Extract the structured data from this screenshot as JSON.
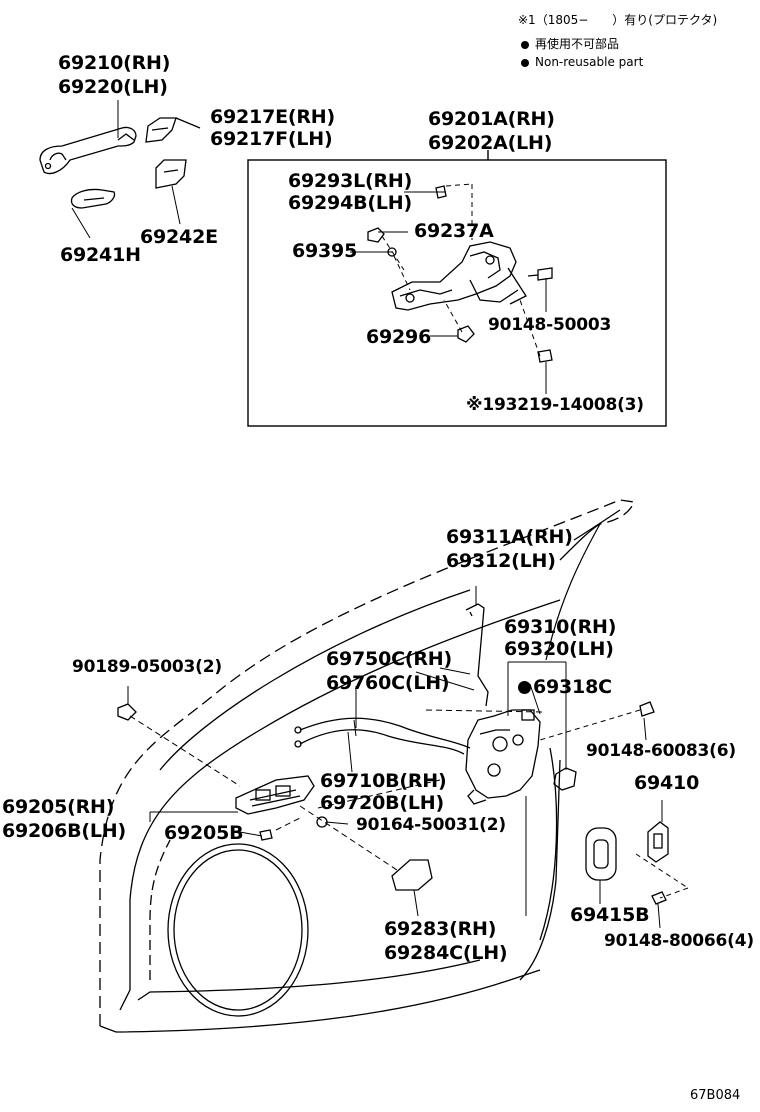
{
  "notes": {
    "line1": "※1（1805−　　）有り(プロテクタ)",
    "line2": "再使用不可部品",
    "line3": "Non-reusable part"
  },
  "labels": {
    "p69210": "69210(RH)",
    "p69220": "69220(LH)",
    "p69217E": "69217E(RH)",
    "p69217F": "69217F(LH)",
    "p69241H": "69241H",
    "p69242E": "69242E",
    "p69201A": "69201A(RH)",
    "p69202A": "69202A(LH)",
    "p69293L": "69293L(RH)",
    "p69294B": "69294B(LH)",
    "p69237A": "69237A",
    "p69395": "69395",
    "p69296": "69296",
    "p9014850003": "90148-50003",
    "p9321914008": "※193219-14008(3)",
    "p69311A": "69311A(RH)",
    "p69312": "69312(LH)",
    "p69310": "69310(RH)",
    "p69320": "69320(LH)",
    "p69318C": "69318C",
    "p9018905003": "90189-05003(2)",
    "p69750C": "69750C(RH)",
    "p69760C": "69760C(LH)",
    "p9014860083": "90148-60083(6)",
    "p69410": "69410",
    "p69710B": "69710B(RH)",
    "p69720B": "69720B(LH)",
    "p69205RH": "69205(RH)",
    "p69206B": "69206B(LH)",
    "p69205B": "69205B",
    "p9016450031": "90164-50031(2)",
    "p69415B": "69415B",
    "p9014880066": "90148-80066(4)",
    "p69283": "69283(RH)",
    "p69284C": "69284C(LH)"
  },
  "diagram_code": "67B084"
}
